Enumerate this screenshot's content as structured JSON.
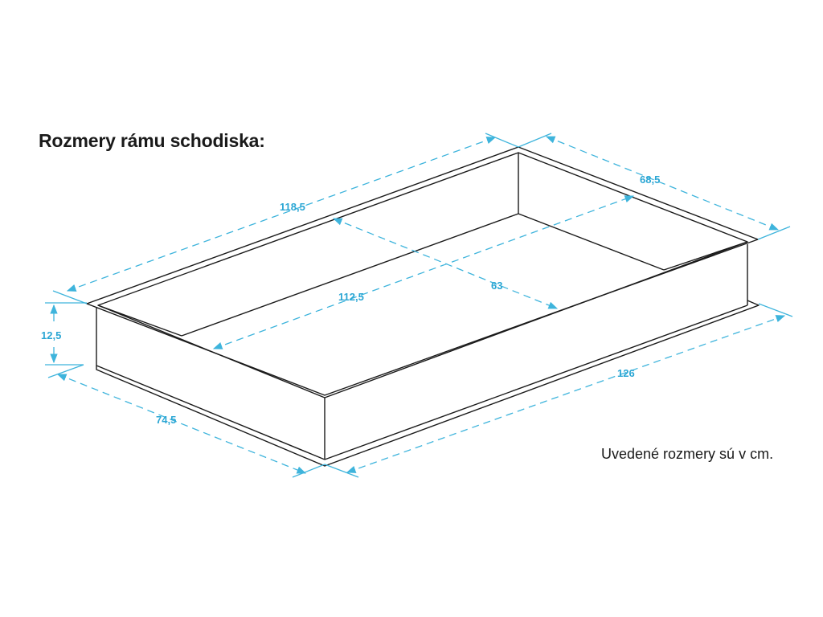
{
  "title": "Rozmery rámu schodiska:",
  "note": "Uvedené rozmery sú v cm.",
  "dimensions": {
    "top_length": "118,5",
    "top_width": "68,5",
    "inner_length": "112,5",
    "inner_width": "63",
    "height": "12,5",
    "bottom_width": "74,5",
    "bottom_length": "126"
  },
  "colors": {
    "dimension": "#3eb4dc",
    "outline": "#1a1a1a"
  }
}
